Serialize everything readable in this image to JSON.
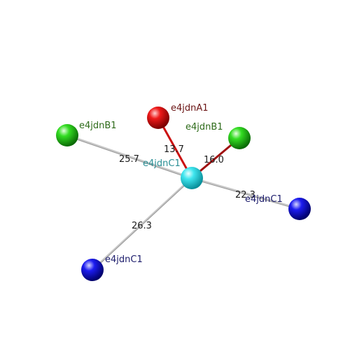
{
  "nodes": [
    {
      "id": "center",
      "label": "e4jdnC1",
      "color": "#1ecfdc",
      "label_color": "#2a8f95"
    },
    {
      "id": "red",
      "label": "e4jdnA1",
      "color": "#e01010",
      "label_color": "#6b1515"
    },
    {
      "id": "green_left",
      "label": "e4jdnB1",
      "color": "#22cc22",
      "label_color": "#2e6b1a"
    },
    {
      "id": "green_right",
      "label": "e4jdnB1",
      "color": "#22cc22",
      "label_color": "#2e6b1a"
    },
    {
      "id": "blue_right",
      "label": "e4jdnC1",
      "color": "#1010e0",
      "label_color": "#1b1b6b"
    },
    {
      "id": "blue_left",
      "label": "e4jdnC1",
      "color": "#1010e0",
      "label_color": "#1b1b6b"
    }
  ],
  "edges": [
    {
      "from": "center",
      "to": "red",
      "distance": "13.7",
      "color": "#cc1111"
    },
    {
      "from": "center",
      "to": "green_right",
      "distance": "16.0",
      "color": "#a01010"
    },
    {
      "from": "center",
      "to": "green_left",
      "distance": "25.7",
      "color": "#c8c8c8"
    },
    {
      "from": "center",
      "to": "blue_right",
      "distance": "22.3",
      "color": "#c8c8c8"
    },
    {
      "from": "center",
      "to": "blue_left",
      "distance": "26.3",
      "color": "#c8c8c8"
    }
  ]
}
